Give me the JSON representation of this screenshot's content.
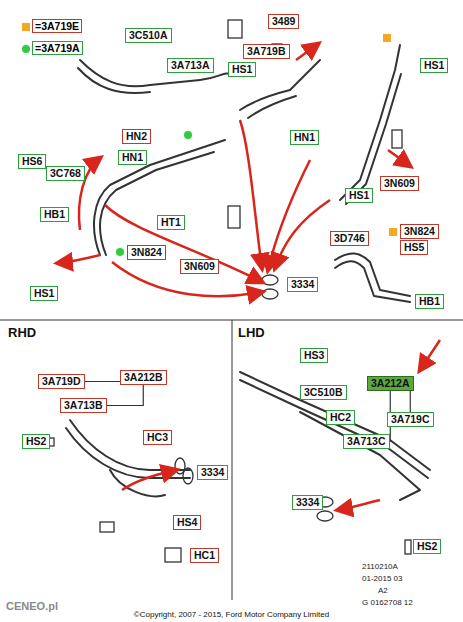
{
  "diagram": {
    "caption": "©Copyright, 2007 - 2015, Ford Motor Company Limited",
    "nodes": [
      {
        "text": [
          "3C510A"
        ]
      },
      {
        "text": [
          "3489"
        ]
      },
      {
        "text": [
          "3A713A"
        ]
      },
      {
        "text": [
          "3A719B"
        ]
      },
      {
        "text": [
          "HS1"
        ]
      },
      {
        "text": [
          "HS1"
        ]
      },
      {
        "text": [
          "HN2"
        ]
      },
      {
        "text": [
          "HN1"
        ]
      },
      {
        "text": [
          "HN1"
        ]
      },
      {
        "text": [
          "3C768"
        ]
      },
      {
        "text": [
          "HS6"
        ]
      },
      {
        "text": [
          "HS1"
        ]
      },
      {
        "text": [
          "3N609"
        ]
      },
      {
        "text": [
          "HB1"
        ]
      },
      {
        "text": [
          "HT1"
        ]
      },
      {
        "text": [
          "3N824"
        ]
      },
      {
        "text": [
          "3N824"
        ]
      },
      {
        "text": [
          "3N609"
        ]
      },
      {
        "text": [
          "3D746"
        ]
      },
      {
        "text": [
          "HS5"
        ]
      },
      {
        "text": [
          "3334"
        ]
      },
      {
        "text": [
          "HS1"
        ]
      },
      {
        "text": [
          "HB1"
        ]
      },
      {
        "text": [
          "3A719D"
        ]
      },
      {
        "text": [
          "3A212B"
        ]
      },
      {
        "text": [
          "3A713B"
        ]
      },
      {
        "text": [
          "HC3"
        ]
      },
      {
        "text": [
          "HS2"
        ]
      },
      {
        "text": [
          "3334"
        ]
      },
      {
        "text": [
          "HS4"
        ]
      },
      {
        "text": [
          "HC1"
        ]
      },
      {
        "text": [
          "HS3"
        ]
      },
      {
        "text": [
          "3A212A"
        ]
      },
      {
        "text": [
          "3C510B"
        ]
      },
      {
        "text": [
          "HC2"
        ]
      },
      {
        "text": [
          "3A719C"
        ]
      },
      {
        "text": [
          "3A713C"
        ]
      },
      {
        "text": [
          "3334"
        ]
      },
      {
        "text": [
          "HS2"
        ]
      }
    ],
    "edges": [
      {
        "from": 24,
        "to": 23,
        "arrow": "none"
      },
      {
        "from": 24,
        "to": 25,
        "arrow": "none"
      },
      {
        "from": 32,
        "to": 35,
        "arrow": "none"
      },
      {
        "from": 32,
        "to": 36,
        "arrow": "none"
      }
    ],
    "labels": [
      "RHD",
      "LHD",
      "2110210A",
      "01-2015 03",
      "A2",
      "G 0162708 12",
      "CENEO.pl"
    ],
    "legend": [
      {
        "text": "=3A719E",
        "color": "#f5a623"
      },
      {
        "text": "=3A719A",
        "color": "#2ecc40"
      }
    ]
  }
}
